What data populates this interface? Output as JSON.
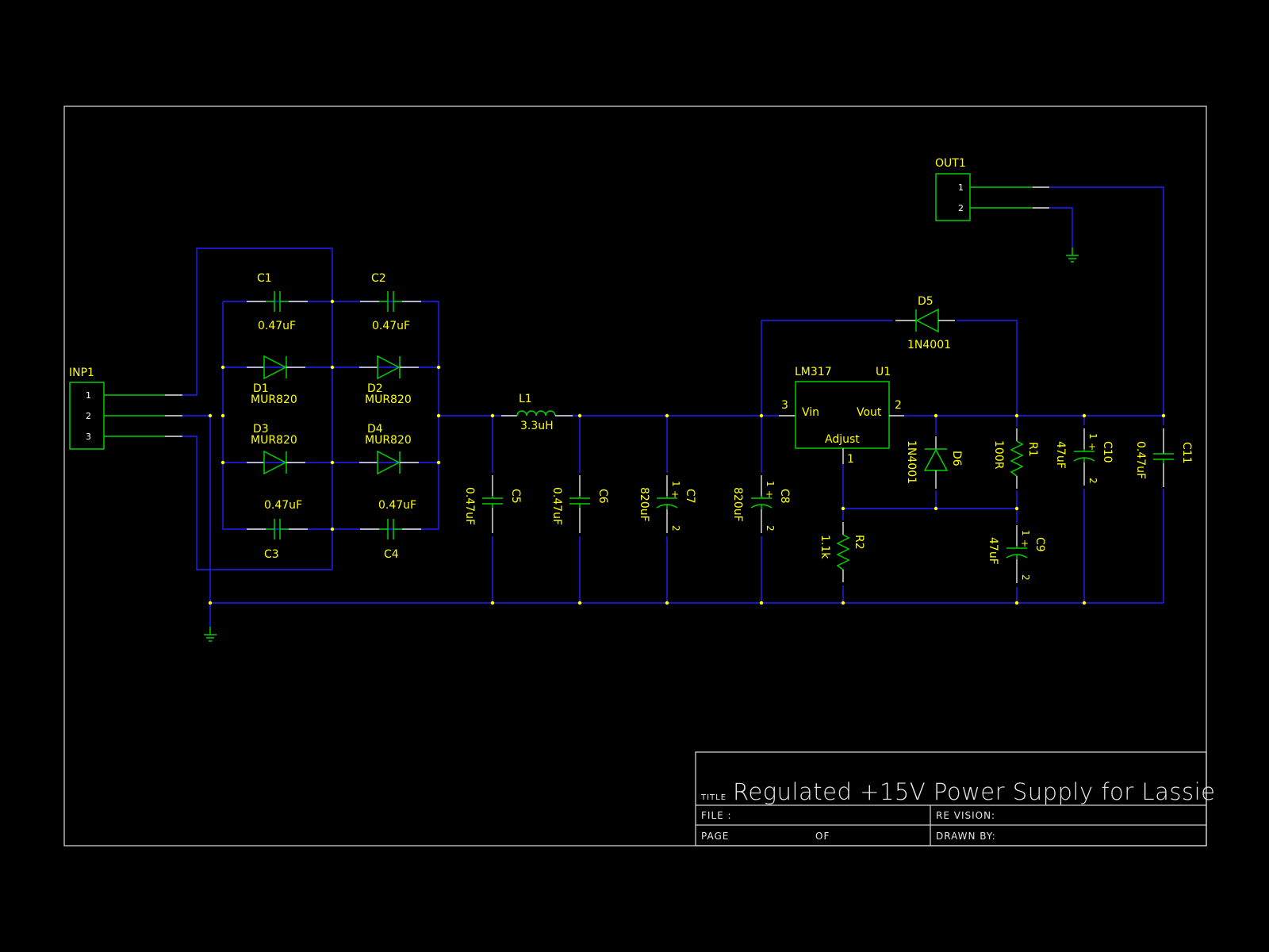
{
  "title_block": {
    "title_prefix": "TITLE",
    "title": "Regulated +15V Power Supply for Lassie",
    "file_label": "FILE :",
    "revision_label": "RE VISION:",
    "page_label": "PAGE",
    "of_label": "OF",
    "drawn_by_label": "DRAWN BY:"
  },
  "connectors": {
    "inp1": {
      "ref": "INP1",
      "pins": [
        "1",
        "2",
        "3"
      ]
    },
    "out1": {
      "ref": "OUT1",
      "pins": [
        "1",
        "2"
      ]
    }
  },
  "bridge": {
    "c1": {
      "ref": "C1",
      "value": "0.47uF"
    },
    "c2": {
      "ref": "C2",
      "value": "0.47uF"
    },
    "c3": {
      "ref": "C3",
      "value": "0.47uF"
    },
    "c4": {
      "ref": "C4",
      "value": "0.47uF"
    },
    "d1": {
      "ref": "D1",
      "value": "MUR820"
    },
    "d2": {
      "ref": "D2",
      "value": "MUR820"
    },
    "d3": {
      "ref": "D3",
      "value": "MUR820"
    },
    "d4": {
      "ref": "D4",
      "value": "MUR820"
    }
  },
  "filter": {
    "l1": {
      "ref": "L1",
      "value": "3.3uH"
    },
    "c5": {
      "ref": "C5",
      "value": "0.47uF"
    },
    "c6": {
      "ref": "C6",
      "value": "0.47uF"
    },
    "c7": {
      "ref": "C7",
      "value": "820uF"
    },
    "c8": {
      "ref": "C8",
      "value": "820uF"
    }
  },
  "regulator": {
    "u1": {
      "ref": "U1",
      "part": "LM317",
      "vin": "Vin",
      "vout": "Vout",
      "adjust": "Adjust",
      "pin_in": "3",
      "pin_out": "2",
      "pin_adj": "1"
    },
    "d5": {
      "ref": "D5",
      "value": "1N4001"
    },
    "d6": {
      "ref": "D6",
      "value": "1N4001"
    },
    "r1": {
      "ref": "R1",
      "value": "100R"
    },
    "r2": {
      "ref": "R2",
      "value": "1.1k"
    },
    "c9": {
      "ref": "C9",
      "value": "47uF"
    },
    "c10": {
      "ref": "C10",
      "value": "47uF"
    },
    "c11": {
      "ref": "C11",
      "value": "0.47uF"
    }
  },
  "polarity": {
    "plus": "+",
    "pin1": "1",
    "pin2": "2"
  }
}
